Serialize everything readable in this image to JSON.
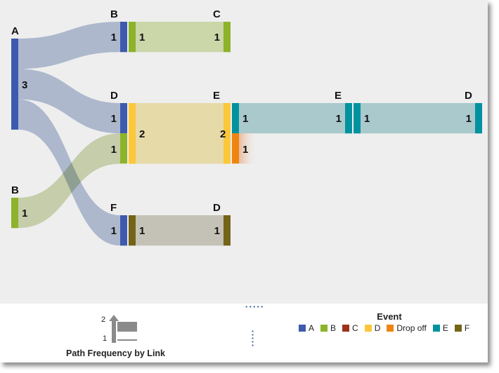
{
  "chart_data": {
    "type": "sankey",
    "title": "",
    "colors": {
      "A": "#3d5aae",
      "B": "#8db32a",
      "C": "#a0301a",
      "D": "#fcc73a",
      "Drop off": "#ef8410",
      "E": "#00929e",
      "F": "#746418"
    },
    "link_colors": {
      "A": "#aebbd6",
      "B": "#cbd6a9",
      "D": "#e6daa8",
      "E": "#a9c9cc",
      "F": "#c4c2b6"
    },
    "nodes": [
      {
        "id": "n_A",
        "event": "A",
        "step": 0,
        "value": 3,
        "label": "A",
        "value_label": "3"
      },
      {
        "id": "n_B0",
        "event": "B",
        "step": 0,
        "value": 1,
        "label": "B",
        "value_label": "1"
      },
      {
        "id": "n_B1",
        "event": "B",
        "step": 1,
        "value": 1,
        "label": "B",
        "value_label": "1"
      },
      {
        "id": "n_D1",
        "event": "D",
        "step": 1,
        "value": 2,
        "label": "D",
        "value_label": "2"
      },
      {
        "id": "n_F1",
        "event": "F",
        "step": 1,
        "value": 1,
        "label": "F",
        "value_label": "1"
      },
      {
        "id": "n_C2",
        "event": "C",
        "step": 2,
        "value": 1,
        "label": "C",
        "value_label": "1"
      },
      {
        "id": "n_E2",
        "event": "E",
        "step": 2,
        "value": 2,
        "label": "E",
        "value_label": "2"
      },
      {
        "id": "n_D2",
        "event": "D",
        "step": 2,
        "value": 1,
        "label": "D",
        "value_label": "1"
      },
      {
        "id": "n_E3",
        "event": "E",
        "step": 3,
        "value": 1,
        "label": "E",
        "value_label": "1"
      },
      {
        "id": "n_Drop3",
        "event": "Drop off",
        "step": 3,
        "value": 1,
        "label": "",
        "value_label": "1"
      },
      {
        "id": "n_D4",
        "event": "D",
        "step": 4,
        "value": 1,
        "label": "D",
        "value_label": "1"
      }
    ],
    "links": [
      {
        "source": "n_A",
        "target": "n_B1",
        "value": 1
      },
      {
        "source": "n_A",
        "target": "n_D1",
        "value": 1
      },
      {
        "source": "n_A",
        "target": "n_F1",
        "value": 1
      },
      {
        "source": "n_B0",
        "target": "n_D1",
        "value": 1
      },
      {
        "source": "n_B1",
        "target": "n_C2",
        "value": 1
      },
      {
        "source": "n_D1",
        "target": "n_E2",
        "value": 2
      },
      {
        "source": "n_F1",
        "target": "n_D2",
        "value": 1
      },
      {
        "source": "n_E2",
        "target": "n_E3",
        "value": 1
      },
      {
        "source": "n_E2",
        "target": "n_Drop3",
        "value": 1
      },
      {
        "source": "n_E3",
        "target": "n_D4",
        "value": 1
      }
    ],
    "legend": {
      "title": "Event",
      "entries": [
        "A",
        "B",
        "C",
        "D",
        "Drop off",
        "E",
        "F"
      ],
      "position": "bottom-right"
    },
    "frequency_legend": {
      "title": "Path Frequency by Link",
      "min": 1,
      "max": 2,
      "position": "bottom-left"
    }
  }
}
